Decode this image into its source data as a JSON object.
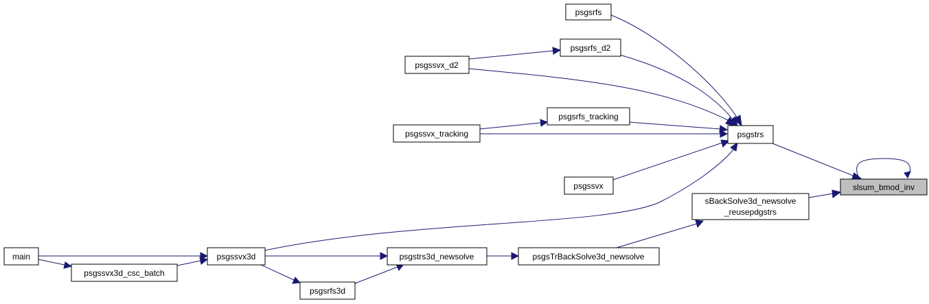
{
  "graph": {
    "edge_color": "#191970",
    "root_fill": "#bfbfbf",
    "nodes": {
      "root": "slsum_bmod_inv",
      "psgstrs": "psgstrs",
      "sBack": [
        "sBackSolve3d_newsolve",
        "_reusepdgstrs"
      ],
      "psgsrfs": "psgsrfs",
      "psgsrfs_d2": "psgsrfs_d2",
      "psgssvx_d2": "psgssvx_d2",
      "psgsrfs_tracking": "psgsrfs_tracking",
      "psgssvx_tracking": "psgssvx_tracking",
      "psgssvx": "psgssvx",
      "psgsTrBack": "psgsTrBackSolve3d_newsolve",
      "psgstrs3d": "psgstrs3d_newsolve",
      "psgssvx3d": "psgssvx3d",
      "psgsrfs3d": "psgsrfs3d",
      "main": "main",
      "csc_batch": "psgssvx3d_csc_batch"
    },
    "edges": [
      [
        "root",
        "root"
      ],
      [
        "psgstrs",
        "root"
      ],
      [
        "sBack",
        "root"
      ],
      [
        "psgsrfs",
        "psgstrs"
      ],
      [
        "psgsrfs_d2",
        "psgstrs"
      ],
      [
        "psgssvx_d2",
        "psgstrs"
      ],
      [
        "psgsrfs_tracking",
        "psgstrs"
      ],
      [
        "psgssvx_tracking",
        "psgstrs"
      ],
      [
        "psgssvx",
        "psgstrs"
      ],
      [
        "psgssvx3d",
        "psgstrs"
      ],
      [
        "psgssvx_d2",
        "psgsrfs_d2"
      ],
      [
        "psgssvx_tracking",
        "psgsrfs_tracking"
      ],
      [
        "psgsTrBack",
        "sBack"
      ],
      [
        "psgstrs3d",
        "psgsTrBack"
      ],
      [
        "psgssvx3d",
        "psgstrs3d"
      ],
      [
        "psgsrfs3d",
        "psgstrs3d"
      ],
      [
        "psgssvx3d",
        "psgsrfs3d"
      ],
      [
        "main",
        "psgssvx3d"
      ],
      [
        "main",
        "csc_batch"
      ],
      [
        "csc_batch",
        "psgssvx3d"
      ]
    ]
  }
}
